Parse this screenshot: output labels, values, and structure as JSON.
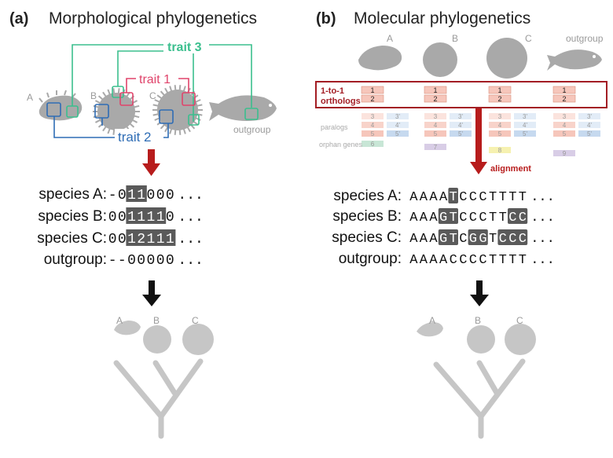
{
  "colors": {
    "trait1": "#e0446b",
    "trait2": "#2f6db5",
    "trait3": "#3bbf8e",
    "arrow_red": "#b71c1c",
    "box_red": "#a31d24",
    "grey_fill": "#a9a9a9",
    "tree_grey": "#c6c6c6",
    "dark_cell": "#5a5a5a",
    "ortholog_pink": "#f6c6bb",
    "paralog_blue": "#c6d9ef",
    "paralog_blue_light": "#e2ecf7",
    "orphan_green": "#c8e6d6",
    "orphan_purple": "#d8cde6",
    "orphan_yellow": "#f6f1b0"
  },
  "panel_a": {
    "label": "(a)",
    "title": "Morphological phylogenetics",
    "species_labels": [
      "A",
      "B",
      "C"
    ],
    "outgroup_label": "outgroup",
    "trait_labels": {
      "trait1": "trait 1",
      "trait2": "trait 2",
      "trait3": "trait 3"
    },
    "matrix": [
      {
        "name": "species A:",
        "cells": [
          "-",
          "0",
          "1",
          "1",
          "0",
          "0",
          "0"
        ],
        "dark": [
          2,
          3
        ],
        "tail": "..."
      },
      {
        "name": "species B:",
        "cells": [
          "0",
          "0",
          "1",
          "1",
          "1",
          "1",
          "0"
        ],
        "dark": [
          2,
          3,
          4,
          5
        ],
        "tail": "..."
      },
      {
        "name": "species C:",
        "cells": [
          "0",
          "0",
          "1",
          "2",
          "1",
          "1",
          "1"
        ],
        "dark": [
          2,
          3,
          4,
          5,
          6
        ],
        "tail": "..."
      },
      {
        "name": "outgroup:",
        "cells": [
          "-",
          "-",
          "0",
          "0",
          "0",
          "0",
          "0"
        ],
        "dark": [],
        "tail": "..."
      }
    ],
    "tree_labels": [
      "A",
      "B",
      "C"
    ]
  },
  "panel_b": {
    "label": "(b)",
    "title": "Molecular phylogenetics",
    "species_labels": [
      "A",
      "B",
      "C"
    ],
    "outgroup_label": "outgroup",
    "orthologs_label_line1": "1-to-1",
    "orthologs_label_line2": "orthologs",
    "paralogs_label": "paralogs",
    "orphan_label": "orphan genes",
    "alignment_label": "alignment",
    "gene_columns": [
      {
        "orthologs": [
          "1",
          "2"
        ],
        "paralogs": [
          [
            "3",
            "3'"
          ],
          [
            "4",
            "4'"
          ],
          [
            "5",
            "5'"
          ]
        ],
        "orphan": "6",
        "orphan_color": "orphan_green"
      },
      {
        "orthologs": [
          "1",
          "2"
        ],
        "paralogs": [
          [
            "3",
            "3'"
          ],
          [
            "4",
            "4'"
          ],
          [
            "5",
            "5'"
          ]
        ],
        "orphan": "7",
        "orphan_color": "orphan_purple"
      },
      {
        "orthologs": [
          "1",
          "2"
        ],
        "paralogs": [
          [
            "3",
            "3'"
          ],
          [
            "4",
            "4'"
          ],
          [
            "5",
            "5'"
          ]
        ],
        "orphan": "8",
        "orphan_color": "orphan_yellow"
      },
      {
        "orthologs": [
          "1",
          "2"
        ],
        "paralogs": [
          [
            "3",
            "3'"
          ],
          [
            "4",
            "4'"
          ],
          [
            "5",
            "5'"
          ]
        ],
        "orphan": "9",
        "orphan_color": "orphan_purple"
      }
    ],
    "alignment": [
      {
        "name": "species A:",
        "seq": "AAAATCCCTTTT",
        "dark": [
          4
        ],
        "tail": "..."
      },
      {
        "name": "species B:",
        "seq": "AAAGTCCCTTCC",
        "dark": [
          3,
          4,
          10,
          11
        ],
        "tail": "..."
      },
      {
        "name": "species C:",
        "seq": "AAAGTCGGTCCC",
        "dark": [
          3,
          4,
          6,
          7,
          9,
          10,
          11
        ],
        "tail": "..."
      },
      {
        "name": "outgroup:",
        "seq": "AAAACCCCTTTT",
        "dark": [],
        "tail": "..."
      }
    ],
    "tree_labels": [
      "A",
      "B",
      "C"
    ]
  }
}
